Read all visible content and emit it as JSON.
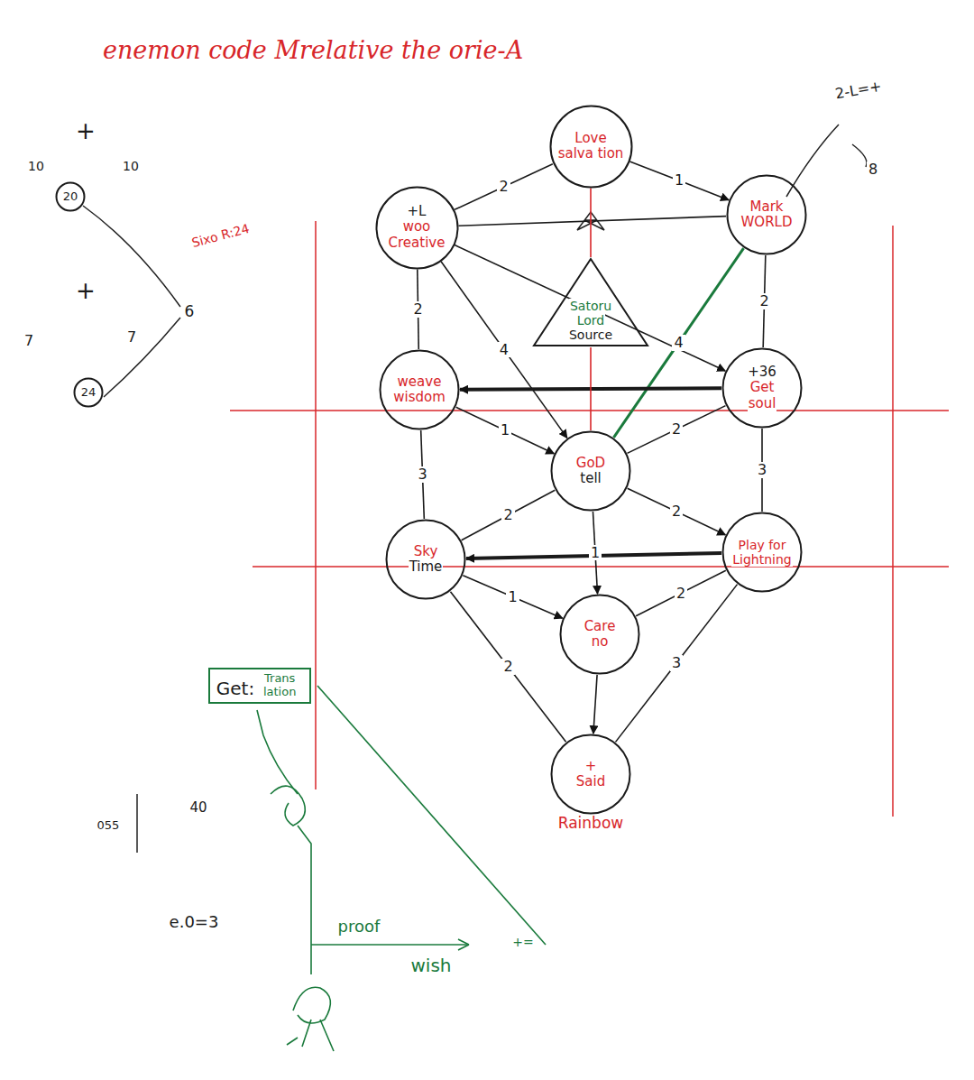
{
  "diagram": {
    "title": "enemon code Mrelative the orie-A",
    "nodes": [
      {
        "text": [
          "Love",
          "salva tion"
        ]
      },
      {
        "text": [
          "+L",
          "woo",
          "Creative"
        ]
      },
      {
        "text": [
          "Mark",
          "WORLD"
        ]
      },
      {
        "text": [
          "Satoru",
          "Lord",
          "Source"
        ]
      },
      {
        "text": [
          "weave",
          "wisdom"
        ]
      },
      {
        "text": [
          "+36",
          "Get",
          "soul"
        ]
      },
      {
        "text": [
          "GoD",
          "tell"
        ]
      },
      {
        "text": [
          "Sky",
          "Time"
        ]
      },
      {
        "text": [
          "Play for",
          "Lightning"
        ]
      },
      {
        "text": [
          "Care",
          "no"
        ]
      },
      {
        "text": [
          "+",
          "Said",
          "Rainbow"
        ]
      },
      {
        "text": [
          "Get:",
          "Trans lation"
        ]
      },
      {
        "text": [
          "20"
        ]
      },
      {
        "text": [
          "24"
        ]
      }
    ],
    "edges": [
      {
        "from": 1,
        "to": 0,
        "arrow": "none",
        "label": "2"
      },
      {
        "from": 0,
        "to": 2,
        "arrow": "to",
        "label": "1"
      },
      {
        "from": 1,
        "to": 2,
        "arrow": "none"
      },
      {
        "from": 1,
        "to": 5,
        "arrow": "to"
      },
      {
        "from": 1,
        "to": 4,
        "arrow": "none",
        "label": "2"
      },
      {
        "from": 1,
        "to": 6,
        "arrow": "to",
        "label": "4"
      },
      {
        "from": 2,
        "to": 5,
        "arrow": "none",
        "label": "2"
      },
      {
        "from": 2,
        "to": 6,
        "arrow": "none",
        "label": "4"
      },
      {
        "from": 5,
        "to": 4,
        "arrow": "to"
      },
      {
        "from": 4,
        "to": 6,
        "arrow": "to",
        "label": "1"
      },
      {
        "from": 4,
        "to": 7,
        "arrow": "none",
        "label": "3"
      },
      {
        "from": 5,
        "to": 6,
        "arrow": "none",
        "label": "2"
      },
      {
        "from": 5,
        "to": 8,
        "arrow": "none",
        "label": "3"
      },
      {
        "from": 6,
        "to": 8,
        "arrow": "to",
        "label": "2"
      },
      {
        "from": 7,
        "to": 6,
        "arrow": "none",
        "label": "2"
      },
      {
        "from": 6,
        "to": 9,
        "arrow": "to",
        "label": "1"
      },
      {
        "from": 8,
        "to": 7,
        "arrow": "to"
      },
      {
        "from": 7,
        "to": 9,
        "arrow": "to",
        "label": "1"
      },
      {
        "from": 8,
        "to": 9,
        "arrow": "none",
        "label": "2"
      },
      {
        "from": 7,
        "to": 10,
        "arrow": "none",
        "label": "2"
      },
      {
        "from": 9,
        "to": 10,
        "arrow": "to"
      },
      {
        "from": 8,
        "to": 10,
        "arrow": "none",
        "label": "3"
      },
      {
        "from": 0,
        "to": 3,
        "arrow": "none"
      },
      {
        "from": 3,
        "to": 6,
        "arrow": "none"
      }
    ],
    "labels": [
      "+",
      "10",
      "10",
      "+",
      "7",
      "7",
      "6",
      "Sixo R:24",
      "2-L=+",
      "8",
      "055",
      "40",
      "e.0=3",
      "proof",
      "wish",
      "+="
    ]
  }
}
